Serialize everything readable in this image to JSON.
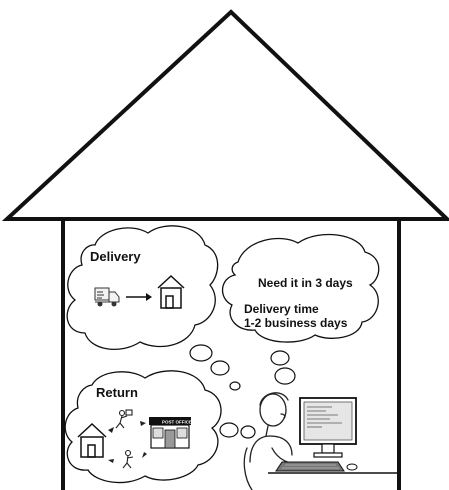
{
  "delivery_cloud": {
    "title": "Delivery"
  },
  "return_cloud": {
    "title": "Return",
    "post_office_sign": "POST OFFICE"
  },
  "thought_cloud": {
    "line1": "Need it in 3 days",
    "line2": "Delivery time",
    "line3": "1-2 business days"
  },
  "icons": [
    "delivery-truck-icon",
    "arrow-right-icon",
    "house-icon",
    "post-office-icon",
    "walking-person-icon",
    "computer-monitor-icon",
    "keyboard-icon",
    "person-at-computer"
  ]
}
